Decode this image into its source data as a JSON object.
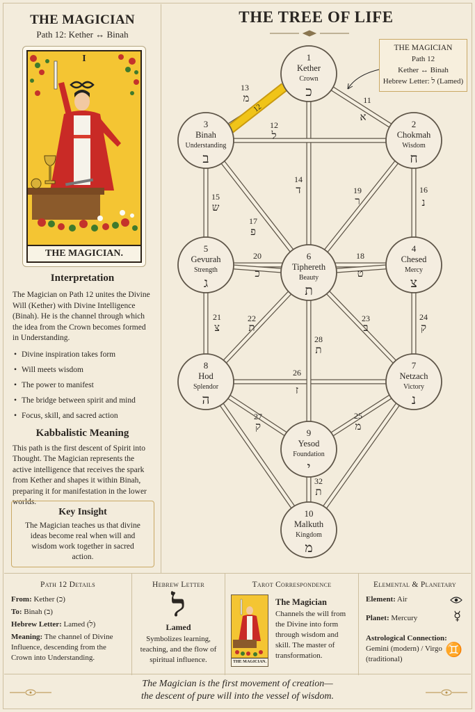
{
  "left": {
    "title": "THE MAGICIAN",
    "subtitle": "Path 12: Kether ↔ Binah",
    "card_number": "I",
    "card_name": "THE MAGICIAN.",
    "interpretation_heading": "Interpretation",
    "interpretation_text": "The Magician on Path 12 unites the Divine Will (Kether) with Divine Intelligence (Binah). He is the channel through which the idea from the Crown becomes formed in Understanding.",
    "bullets": [
      "Divine inspiration takes form",
      "Will meets wisdom",
      "The power to manifest",
      "The bridge between spirit and mind",
      "Focus, skill, and sacred action"
    ],
    "kabbalistic_heading": "Kabbalistic Meaning",
    "kabbalistic_text": "This path is the first descent of Spirit into Thought. The Magician represents the active intelligence that receives the spark from Kether and shapes it within Binah, preparing it for manifestation in the lower worlds.",
    "insight_heading": "Key Insight",
    "insight_text": "The Magician teaches us that divine ideas become real when will and wisdom work together in sacred action."
  },
  "tree": {
    "title": "THE TREE OF LIFE",
    "note": {
      "title": "THE MAGICIAN",
      "path": "Path 12",
      "link": "Kether ↔ Binah",
      "letter": "Hebrew Letter: ל (Lamed)"
    },
    "sephiroth": [
      {
        "num": "1",
        "name": "Kether",
        "meaning": "Crown",
        "letter": "כ"
      },
      {
        "num": "2",
        "name": "Chokmah",
        "meaning": "Wisdom",
        "letter": "ח"
      },
      {
        "num": "3",
        "name": "Binah",
        "meaning": "Understanding",
        "letter": "ב"
      },
      {
        "num": "4",
        "name": "Chesed",
        "meaning": "Mercy",
        "letter": "צ"
      },
      {
        "num": "5",
        "name": "Gevurah",
        "meaning": "Strength",
        "letter": "ג"
      },
      {
        "num": "6",
        "name": "Tiphereth",
        "meaning": "Beauty",
        "letter": "ת"
      },
      {
        "num": "7",
        "name": "Netzach",
        "meaning": "Victory",
        "letter": "נ"
      },
      {
        "num": "8",
        "name": "Hod",
        "meaning": "Splendor",
        "letter": "ה"
      },
      {
        "num": "9",
        "name": "Yesod",
        "meaning": "Foundation",
        "letter": "י"
      },
      {
        "num": "10",
        "name": "Malkuth",
        "meaning": "Kingdom",
        "letter": "מ"
      }
    ],
    "paths": [
      {
        "num": "11",
        "letter": "א"
      },
      {
        "num": "12",
        "letter": "ל"
      },
      {
        "num": "12",
        "letter": ""
      },
      {
        "num": "13",
        "letter": "מ"
      },
      {
        "num": "14",
        "letter": "ד"
      },
      {
        "num": "15",
        "letter": "ש"
      },
      {
        "num": "16",
        "letter": "נ"
      },
      {
        "num": "17",
        "letter": "פ"
      },
      {
        "num": "18",
        "letter": "ט"
      },
      {
        "num": "19",
        "letter": "ר"
      },
      {
        "num": "20",
        "letter": "כ"
      },
      {
        "num": "21",
        "letter": "צ"
      },
      {
        "num": "22",
        "letter": "ת"
      },
      {
        "num": "23",
        "letter": "ב"
      },
      {
        "num": "24",
        "letter": "ק"
      },
      {
        "num": "25",
        "letter": "מ"
      },
      {
        "num": "26",
        "letter": "ז"
      },
      {
        "num": "27",
        "letter": "ק"
      },
      {
        "num": "28",
        "letter": "ת"
      },
      {
        "num": "32",
        "letter": "ת"
      }
    ],
    "highlight_color": "#f0c419"
  },
  "bottom": {
    "details": {
      "heading": "Path 12 Details",
      "from_label": "From:",
      "from_value": "Kether (כ)",
      "to_label": "To:",
      "to_value": "Binah (ב)",
      "letter_label": "Hebrew Letter:",
      "letter_value": "Lamed (ל)",
      "meaning_label": "Meaning:",
      "meaning_value": "The channel of Divine Influence, descending from the Crown into Understanding."
    },
    "hebrew": {
      "heading": "Hebrew Letter",
      "glyph": "ל",
      "name": "Lamed",
      "text": "Symbolizes learning, teaching, and the flow of spiritual influence."
    },
    "tarot": {
      "heading": "Tarot Correspondence",
      "name": "The Magician",
      "text": "Channels the will from the Divine into form through wisdom and skill. The master of transformation.",
      "mini_label": "THE MAGICIAN."
    },
    "elemental": {
      "heading": "Elemental & Planetary",
      "element_label": "Element:",
      "element_value": "Air",
      "element_icon": "air-eye-icon",
      "planet_label": "Planet:",
      "planet_value": "Mercury",
      "planet_symbol": "☿",
      "astro_label": "Astrological Connection:",
      "astro_value": "Gemini (modern) / Virgo (traditional)",
      "astro_symbol": "♊"
    },
    "quote_line1": "The Magician is the first movement of creation—",
    "quote_line2": "the descent of pure will into the vessel of wisdom."
  }
}
